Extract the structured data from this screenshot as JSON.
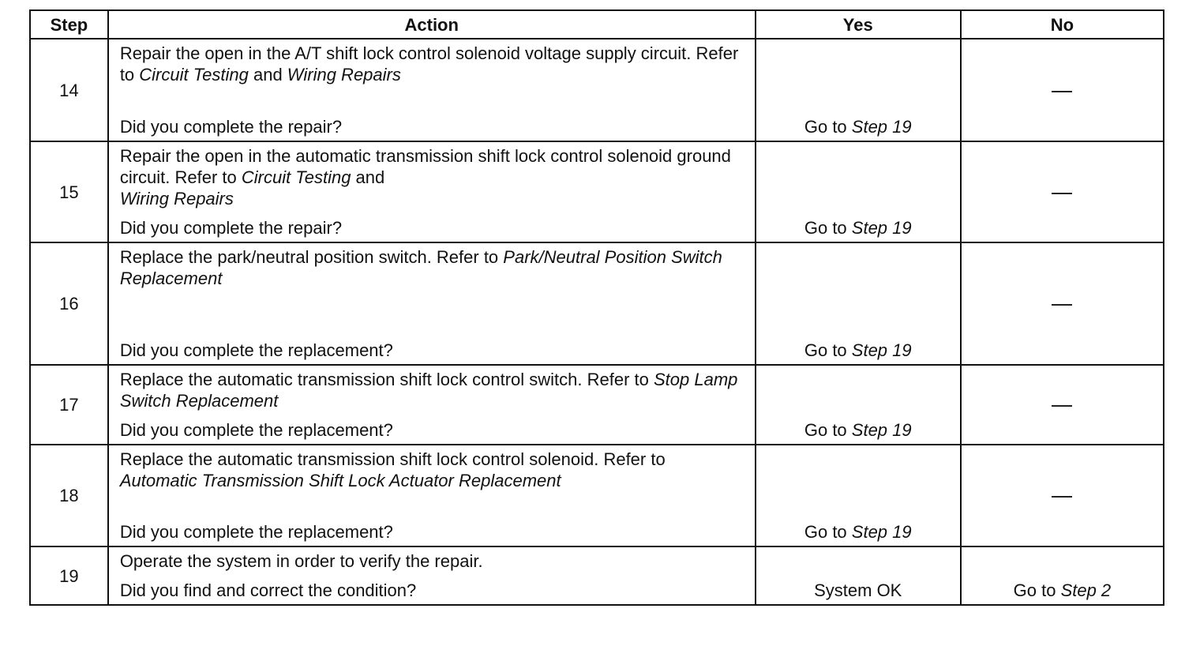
{
  "headers": {
    "step": "Step",
    "action": "Action",
    "yes": "Yes",
    "no": "No"
  },
  "rows": [
    {
      "step": "14",
      "action": [
        {
          "t": "Repair the open in the A/T shift lock control solenoid voltage supply circuit. Refer to "
        },
        {
          "t": "Circuit Testing",
          "i": true
        },
        {
          "t": " and "
        },
        {
          "t": "Wiring Repairs",
          "i": true
        }
      ],
      "question": "Did you complete the repair?",
      "yes": [
        {
          "t": "Go to "
        },
        {
          "t": "Step 19",
          "i": true
        }
      ],
      "no": "dash"
    },
    {
      "step": "15",
      "action": [
        {
          "t": "Repair the open in the automatic transmission shift lock control solenoid ground circuit. Refer to "
        },
        {
          "t": "Circuit Testing",
          "i": true
        },
        {
          "t": " and "
        },
        {
          "br": true
        },
        {
          "t": "Wiring Repairs",
          "i": true
        }
      ],
      "question": "Did you complete the repair?",
      "yes": [
        {
          "t": "Go to "
        },
        {
          "t": "Step 19",
          "i": true
        }
      ],
      "no": "dash"
    },
    {
      "step": "16",
      "action": [
        {
          "t": "Replace the park/neutral position switch. Refer to "
        },
        {
          "t": "Park/Neutral Position Switch Replacement",
          "i": true
        }
      ],
      "question": "Did you complete the replacement?",
      "yes": [
        {
          "t": "Go to "
        },
        {
          "t": "Step 19",
          "i": true
        }
      ],
      "no": "dash"
    },
    {
      "step": "17",
      "action": [
        {
          "t": "Replace the automatic transmission shift lock control switch. Refer to "
        },
        {
          "t": "Stop Lamp Switch Replacement",
          "i": true
        }
      ],
      "question": "Did you complete the replacement?",
      "yes": [
        {
          "t": "Go to "
        },
        {
          "t": "Step 19",
          "i": true
        }
      ],
      "no": "dash"
    },
    {
      "step": "18",
      "action": [
        {
          "t": "Replace the automatic transmission shift lock control solenoid. Refer to "
        },
        {
          "t": "Automatic Transmission Shift Lock Actuator Replacement",
          "i": true
        }
      ],
      "question": "Did you complete the replacement?",
      "yes": [
        {
          "t": "Go to "
        },
        {
          "t": "Step 19",
          "i": true
        }
      ],
      "no": "dash"
    },
    {
      "step": "19",
      "action": [
        {
          "t": "Operate the system in order to verify the repair."
        }
      ],
      "question": "Did you find and correct the condition?",
      "yes": [
        {
          "t": "System OK"
        }
      ],
      "no": [
        {
          "t": "Go to "
        },
        {
          "t": "Step 2",
          "i": true
        }
      ]
    }
  ]
}
